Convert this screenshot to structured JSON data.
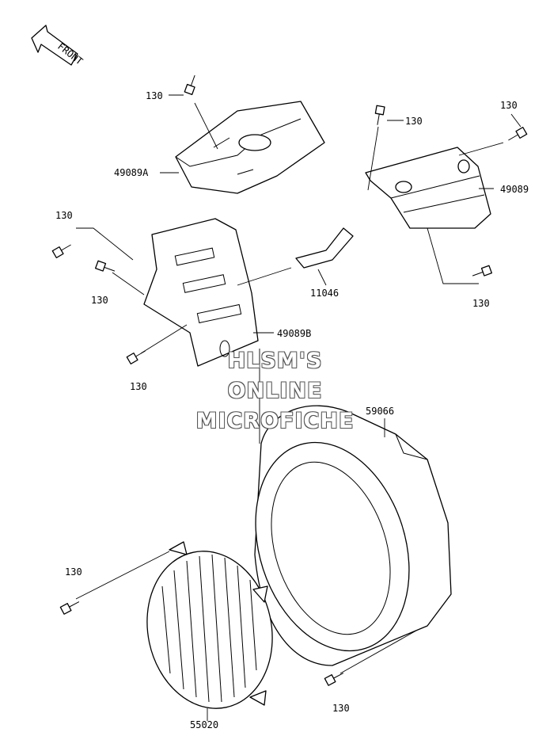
{
  "direction_arrow": {
    "label": "FRONT"
  },
  "watermark": {
    "line1": "HLSM'S",
    "line2": "ONLINE",
    "line3": "MICROFICHE"
  },
  "callouts": {
    "bolt_a": "130",
    "bolt_b": "130",
    "bolt_c": "130",
    "bolt_d": "130",
    "bolt_e": "130",
    "bolt_f": "130",
    "bolt_g": "130",
    "bolt_h": "130",
    "bolt_i": "130",
    "cover_left": "49089A",
    "cover_right": "49089",
    "cover_lower": "49089B",
    "band": "11046",
    "fan_housing": "59066",
    "fan_screen": "55020"
  }
}
